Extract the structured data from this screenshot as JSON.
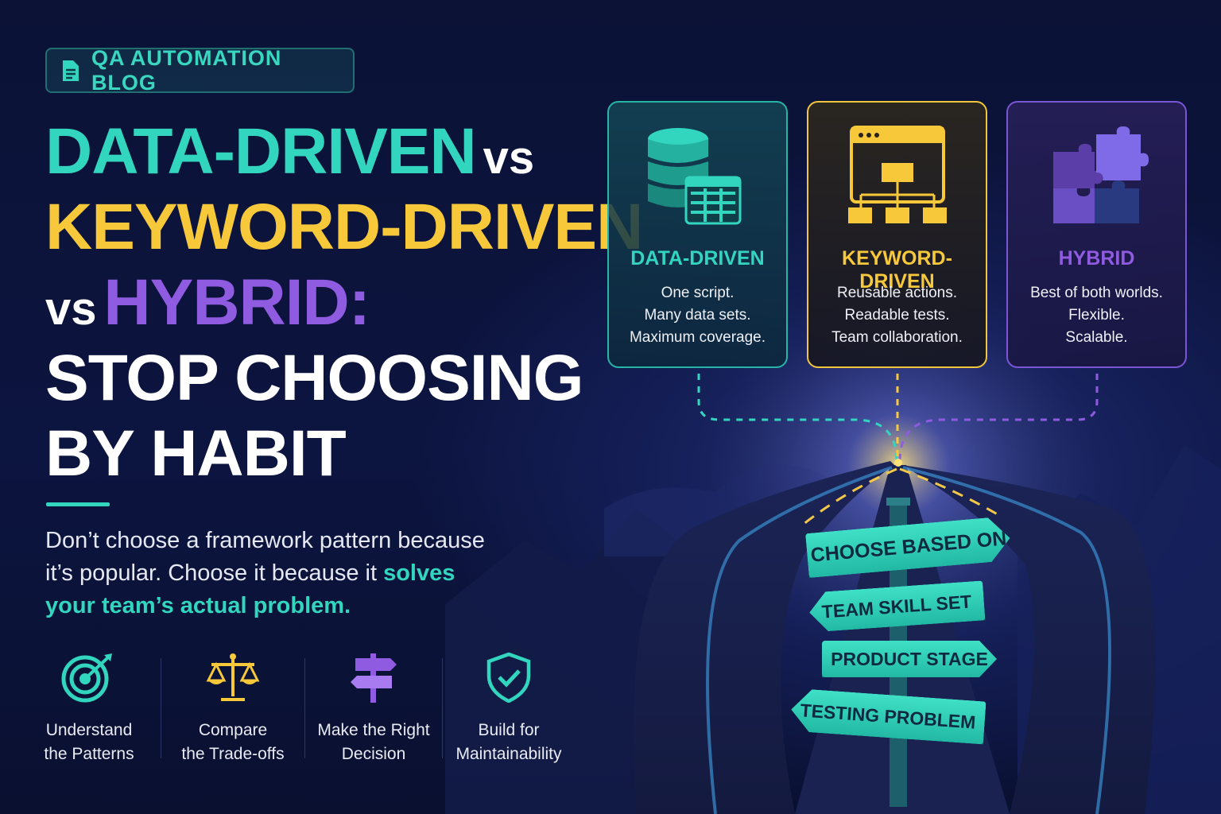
{
  "badge": {
    "icon": "document-icon",
    "label": "QA AUTOMATION BLOG"
  },
  "headline": {
    "part1": "DATA-DRIVEN",
    "vs1": "vs",
    "part2": "KEYWORD-DRIVEN",
    "vs2": "vs",
    "part3": "HYBRID:",
    "line4": "STOP CHOOSING",
    "line5": "BY HABIT"
  },
  "lead": {
    "line1": "Don’t choose a framework pattern because",
    "line2_start": "it’s popular. Choose it because it ",
    "highlight1": "solves",
    "highlight2": "your team’s actual problem."
  },
  "features": [
    {
      "icon": "target-icon",
      "line1": "Understand",
      "line2": "the Patterns"
    },
    {
      "icon": "balance-scale-icon",
      "line1": "Compare",
      "line2": "the Trade-offs"
    },
    {
      "icon": "signpost-icon",
      "line1": "Make the Right",
      "line2": "Decision"
    },
    {
      "icon": "shield-check-icon",
      "line1": "Build for",
      "line2": "Maintainability"
    }
  ],
  "cards": [
    {
      "icon": "database-table-icon",
      "title": "DATA-DRIVEN",
      "lines": [
        "One script.",
        "Many data sets.",
        "Maximum coverage."
      ]
    },
    {
      "icon": "browser-flow-icon",
      "title": "KEYWORD-DRIVEN",
      "lines": [
        "Reusable actions.",
        "Readable tests.",
        "Team collaboration."
      ]
    },
    {
      "icon": "puzzle-icon",
      "title": "HYBRID",
      "lines": [
        "Best of both worlds.",
        "Flexible.",
        "Scalable."
      ]
    }
  ],
  "signs": [
    {
      "label": "CHOOSE BASED ON"
    },
    {
      "label": "TEAM SKILL SET"
    },
    {
      "label": "PRODUCT STAGE"
    },
    {
      "label": "TESTING PROBLEM"
    }
  ],
  "colors": {
    "teal": "#32d6bf",
    "yellow": "#f7c93a",
    "purple": "#8f5be0",
    "background": "#0a1030"
  }
}
